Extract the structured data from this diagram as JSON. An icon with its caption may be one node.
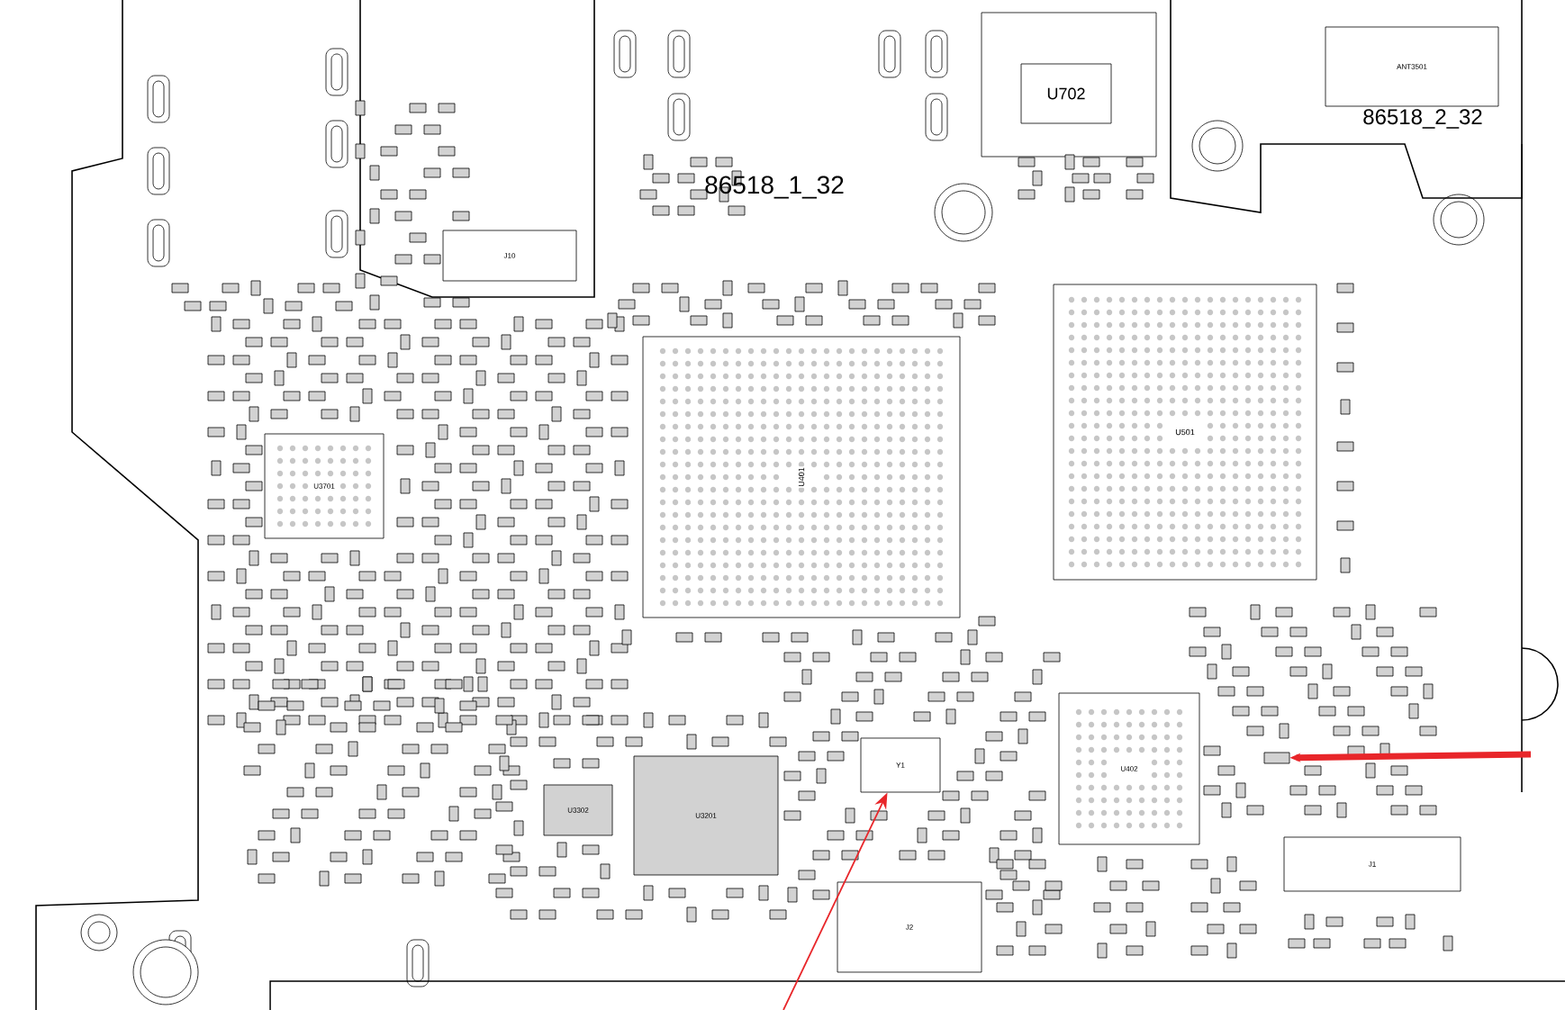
{
  "diagram": {
    "nodes": [
      {
        "text": [
          "U702"
        ]
      },
      {
        "text": [
          "ANT3501"
        ]
      },
      {
        "text": [
          "J10"
        ]
      },
      {
        "text": [
          "U3701"
        ]
      },
      {
        "text": [
          "U401"
        ]
      },
      {
        "text": [
          "U501"
        ]
      },
      {
        "text": [
          "U3302"
        ]
      },
      {
        "text": [
          "U3201"
        ]
      },
      {
        "text": [
          "Y1"
        ]
      },
      {
        "text": [
          "U402"
        ]
      },
      {
        "text": [],
        "shape": "box"
      },
      {
        "text": [
          "J1"
        ]
      },
      {
        "text": [
          "J2"
        ]
      }
    ],
    "edges": [
      {
        "from": null,
        "to": 8,
        "arrow": "to",
        "color": "#e8262a"
      },
      {
        "from": null,
        "to": 10,
        "arrow": "to",
        "style": "thick",
        "color": "#e8262a"
      }
    ],
    "labels": [
      "86518_1_32",
      "86518_2_32"
    ]
  }
}
